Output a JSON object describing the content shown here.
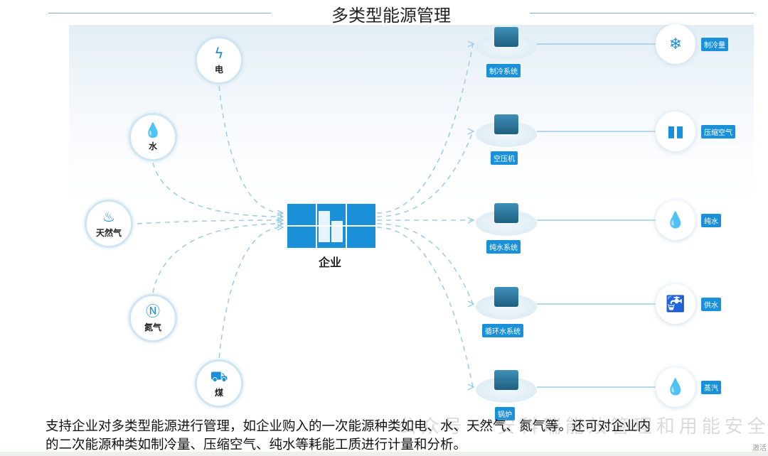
{
  "title": "多类型能源管理",
  "sources": [
    {
      "label": "电",
      "icon": "lightning-icon",
      "glyph": "ϟ"
    },
    {
      "label": "水",
      "icon": "water-drop-icon",
      "glyph": "💧"
    },
    {
      "label": "天然气",
      "icon": "flame-icon",
      "glyph": "♨"
    },
    {
      "label": "氮气",
      "icon": "nitrogen-icon",
      "glyph": "Ⓝ"
    },
    {
      "label": "煤",
      "icon": "coal-cart-icon",
      "glyph": "⛟"
    }
  ],
  "enterprise": {
    "label": "企业"
  },
  "equipment": [
    {
      "label": "制冷系统",
      "output": "制冷量",
      "out_glyph": "❄"
    },
    {
      "label": "空压机",
      "output": "压缩空气",
      "out_glyph": "▮▮"
    },
    {
      "label": "纯水系统",
      "output": "纯水",
      "out_glyph": "💧"
    },
    {
      "label": "循环水系统",
      "output": "供水",
      "out_glyph": "🚰"
    },
    {
      "label": "锅炉",
      "output": "蒸汽",
      "out_glyph": "💧"
    }
  ],
  "colors": {
    "accent": "#1a90d8",
    "line": "#9ccbe6"
  },
  "description": [
    "支持企业对多类型能源进行管理，如企业购入的一次能源种类如电、水、天然气、氮气等。还可对企业内",
    "的二次能源种类如制冷量、压缩空气、纯水等耗能工质进行计量和分析。"
  ],
  "watermark": "公众号 · 安科瑞能效管理和用能安全",
  "activation": "激活"
}
